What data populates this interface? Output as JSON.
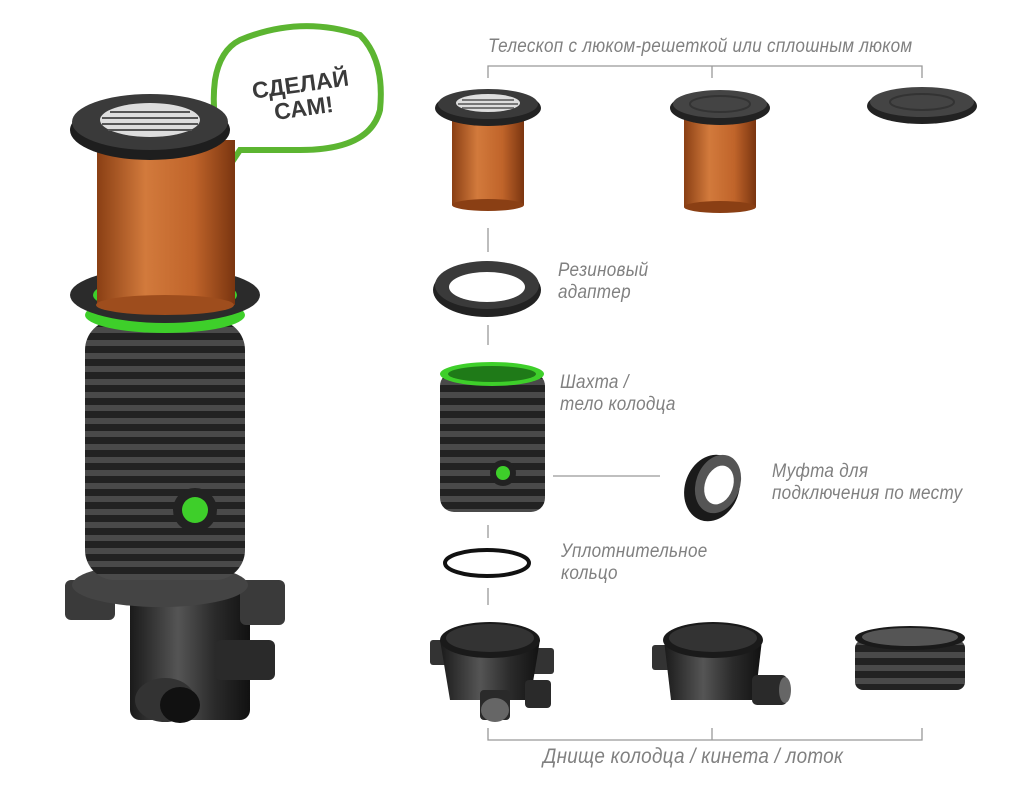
{
  "bubble": {
    "line1": "СДЕЛАЙ",
    "line2": "САМ!"
  },
  "labels": {
    "telescope": "Телескоп с люком-решеткой или сплошным люком",
    "adapter_1": "Резиновый",
    "adapter_2": "адаптер",
    "shaft_1": "Шахта /",
    "shaft_2": "тело колодца",
    "coupling_1": "Муфта для",
    "coupling_2": "подключения по месту",
    "seal_1": "Уплотнительное",
    "seal_2": "кольцо",
    "bottom": "Днище колодца / кинета / лоток"
  },
  "colors": {
    "pipe": "#c0642a",
    "body": "#2b2b2b",
    "green": "#3ecf2a",
    "bubble_border": "#5cb531",
    "text": "#808080"
  }
}
